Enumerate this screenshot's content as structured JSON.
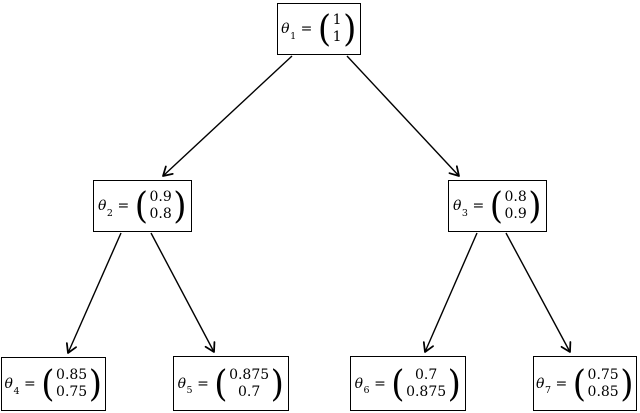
{
  "figure": {
    "type": "binary-tree-diagram",
    "levels": 3,
    "node_count": 7
  },
  "notation": {
    "equals": "=",
    "lparen": "(",
    "rparen": ")"
  },
  "nodes": [
    {
      "name": "theta_1",
      "symbol": "θ",
      "subscript": "1",
      "vector": [
        "1",
        "1"
      ]
    },
    {
      "name": "theta_2",
      "symbol": "θ",
      "subscript": "2",
      "vector": [
        "0.9",
        "0.8"
      ]
    },
    {
      "name": "theta_3",
      "symbol": "θ",
      "subscript": "3",
      "vector": [
        "0.8",
        "0.9"
      ]
    },
    {
      "name": "theta_4",
      "symbol": "θ",
      "subscript": "4",
      "vector": [
        "0.85",
        "0.75"
      ]
    },
    {
      "name": "theta_5",
      "symbol": "θ",
      "subscript": "5",
      "vector": [
        "0.875",
        "0.7"
      ]
    },
    {
      "name": "theta_6",
      "symbol": "θ",
      "subscript": "6",
      "vector": [
        "0.7",
        "0.875"
      ]
    },
    {
      "name": "theta_7",
      "symbol": "θ",
      "subscript": "7",
      "vector": [
        "0.75",
        "0.85"
      ]
    }
  ],
  "edges": [
    {
      "from": "theta_1",
      "to": "theta_2"
    },
    {
      "from": "theta_1",
      "to": "theta_3"
    },
    {
      "from": "theta_2",
      "to": "theta_4"
    },
    {
      "from": "theta_2",
      "to": "theta_5"
    },
    {
      "from": "theta_3",
      "to": "theta_6"
    },
    {
      "from": "theta_3",
      "to": "theta_7"
    }
  ],
  "colors": {
    "background": "#ffffff",
    "box_border": "#000000",
    "edge_line": "#000000",
    "text": "#000000"
  }
}
